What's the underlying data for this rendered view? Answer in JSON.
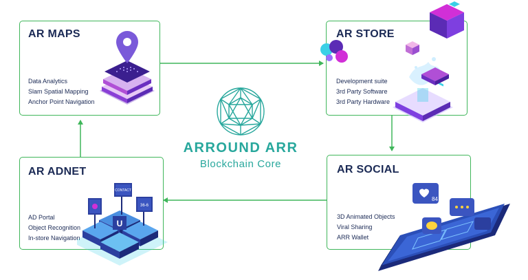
{
  "boxes": {
    "maps": {
      "title": "AR MAPS",
      "items": [
        "Data Analytics",
        "Slam Spatial Mapping",
        "Anchor Point Navigation"
      ]
    },
    "store": {
      "title": "AR STORE",
      "items": [
        "Development suite",
        "3rd Party Software",
        "3rd Party Hardware"
      ]
    },
    "adnet": {
      "title": "AR ADNET",
      "items": [
        "AD Portal",
        "Object Recognition",
        "In-store Navigation"
      ]
    },
    "social": {
      "title": "AR SOCIAL",
      "items": [
        "3D Animated Objects",
        "Viral Sharing",
        "ARR Wallet"
      ]
    }
  },
  "center": {
    "title": "ARROUND ARR",
    "subtitle": "Blockchain Core"
  },
  "illustrations": {
    "adnet_signs": [
      "CONTACT",
      "36-6"
    ],
    "social_counter": "84"
  },
  "colors": {
    "border_green": "#3fb65a",
    "title_navy": "#1b2a55",
    "teal": "#27a79c",
    "purple": "#5b2bb5",
    "magenta": "#d12fd7",
    "cyan": "#3ad0e6"
  }
}
